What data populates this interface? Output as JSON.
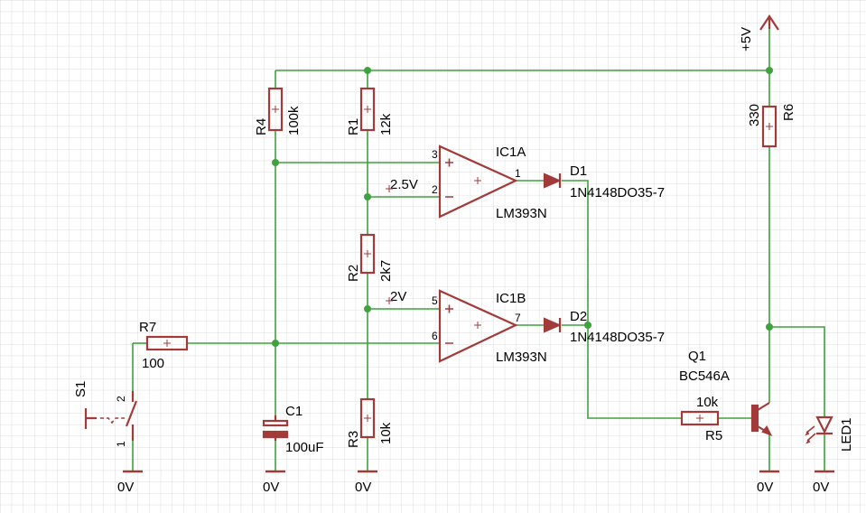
{
  "schematic": {
    "colors": {
      "wire": "#3fa23f",
      "part": "#a33a3a",
      "grid": "#dcdcdc",
      "text": "#000000"
    },
    "power": {
      "vcc": "+5V",
      "gnd": "0V"
    },
    "resistors": {
      "r1": {
        "name": "R1",
        "value": "12k"
      },
      "r2": {
        "name": "R2",
        "value": "2k7"
      },
      "r3": {
        "name": "R3",
        "value": "10k"
      },
      "r4": {
        "name": "R4",
        "value": "100k"
      },
      "r5": {
        "name": "R5",
        "value": "10k"
      },
      "r6": {
        "name": "R6",
        "value": "330"
      },
      "r7": {
        "name": "R7",
        "value": "100"
      }
    },
    "capacitor": {
      "name": "C1",
      "value": "100uF"
    },
    "comparators": {
      "a": {
        "name": "IC1A",
        "type": "LM393N",
        "pin_plus": "3",
        "pin_minus": "2",
        "pin_out": "1"
      },
      "b": {
        "name": "IC1B",
        "type": "LM393N",
        "pin_plus": "5",
        "pin_minus": "6",
        "pin_out": "7"
      }
    },
    "diodes": {
      "d1": {
        "name": "D1",
        "type": "1N4148DO35-7"
      },
      "d2": {
        "name": "D2",
        "type": "1N4148DO35-7"
      }
    },
    "transistor": {
      "name": "Q1",
      "type": "BC546A"
    },
    "led": {
      "name": "LED1"
    },
    "switch": {
      "name": "S1",
      "pin1": "1",
      "pin2": "2"
    },
    "nets": {
      "ref_high": "2.5V",
      "ref_low": "2V"
    }
  }
}
